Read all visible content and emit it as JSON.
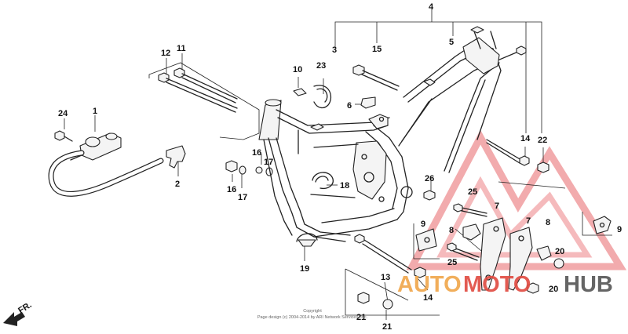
{
  "callouts": {
    "n1": "1",
    "n2": "2",
    "n3": "3",
    "n4": "4",
    "n5": "5",
    "n6": "6",
    "n7a": "7",
    "n7b": "7",
    "n8a": "8",
    "n8b": "8",
    "n9a": "9",
    "n9b": "9",
    "n10": "10",
    "n11": "11",
    "n12": "12",
    "n13": "13",
    "n14a": "14",
    "n14b": "14",
    "n15": "15",
    "n16a": "16",
    "n16b": "16",
    "n17a": "17",
    "n17b": "17",
    "n18": "18",
    "n19": "19",
    "n20a": "20",
    "n20b": "20",
    "n21a": "21",
    "n21b": "21",
    "n22": "22",
    "n23": "23",
    "n24": "24",
    "n25a": "25",
    "n25b": "25",
    "n26": "26"
  },
  "direction_label": "FR.",
  "copyright": {
    "line1": "Copyright",
    "line2": "Page design (c) 2004-2014 by ARI Network Services, Inc."
  },
  "watermark": {
    "part1": "AUTO",
    "part2": "MOTO",
    "part3": "HUB"
  },
  "colors": {
    "watermark_red": "#e04a40",
    "watermark_orange": "#f0a64a",
    "watermark_gray": "#555555"
  }
}
